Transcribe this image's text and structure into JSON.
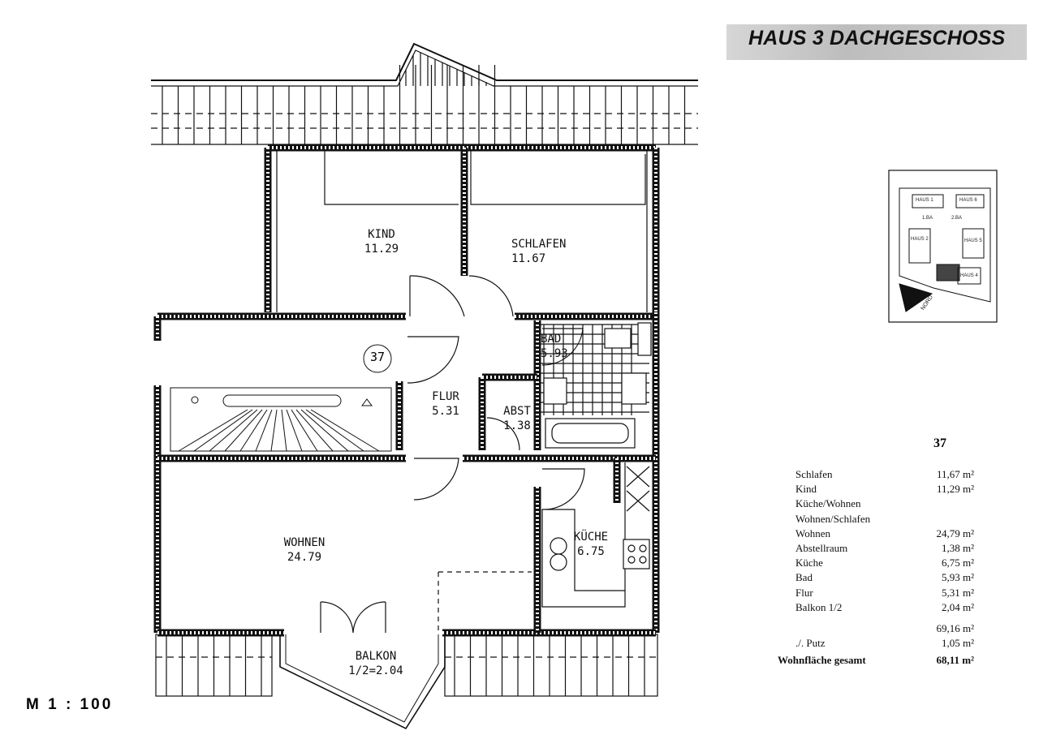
{
  "header": {
    "title": "HAUS 3 DACHGESCHOSS"
  },
  "scale": "M 1 : 100",
  "unit_circle": "37",
  "rooms": {
    "kind": {
      "name": "KIND",
      "area": "11.29"
    },
    "schlafen": {
      "name": "SCHLAFEN",
      "area": "11.67"
    },
    "bad": {
      "name": "BAD",
      "area": "5.93"
    },
    "flur": {
      "name": "FLUR",
      "area": "5.31"
    },
    "abst": {
      "name": "ABST",
      "area": "1.38"
    },
    "wohnen": {
      "name": "WOHNEN",
      "area": "24.79"
    },
    "kueche": {
      "name": "KÜCHE",
      "area": "6.75"
    },
    "balkon": {
      "name": "BALKON",
      "area": "1/2=2.04"
    }
  },
  "site_map": {
    "labels": [
      "HAUS 1",
      "HAUS 6",
      "1.BA",
      "2.BA",
      "HAUS 2",
      "HAUS 5",
      "HAUS 4"
    ],
    "north": "NORD"
  },
  "areas_table": {
    "unit": "37",
    "rows": [
      {
        "label": "Schlafen",
        "value": "11,67 m²"
      },
      {
        "label": "Kind",
        "value": "11,29 m²"
      },
      {
        "label": "Küche/Wohnen",
        "value": ""
      },
      {
        "label": "Wohnen/Schlafen",
        "value": ""
      },
      {
        "label": "Wohnen",
        "value": "24,79 m²"
      },
      {
        "label": "Abstellraum",
        "value": "1,38 m²"
      },
      {
        "label": "Küche",
        "value": "6,75 m²"
      },
      {
        "label": "Bad",
        "value": "5,93 m²"
      },
      {
        "label": "Flur",
        "value": "5,31 m²"
      },
      {
        "label": "Balkon 1/2",
        "value": "2,04 m²"
      }
    ],
    "subtotal": "69,16 m²",
    "putz_label": "./. Putz",
    "putz_value": "1,05 m²",
    "total_label": "Wohnfläche gesamt",
    "total_value": "68,11 m²"
  }
}
